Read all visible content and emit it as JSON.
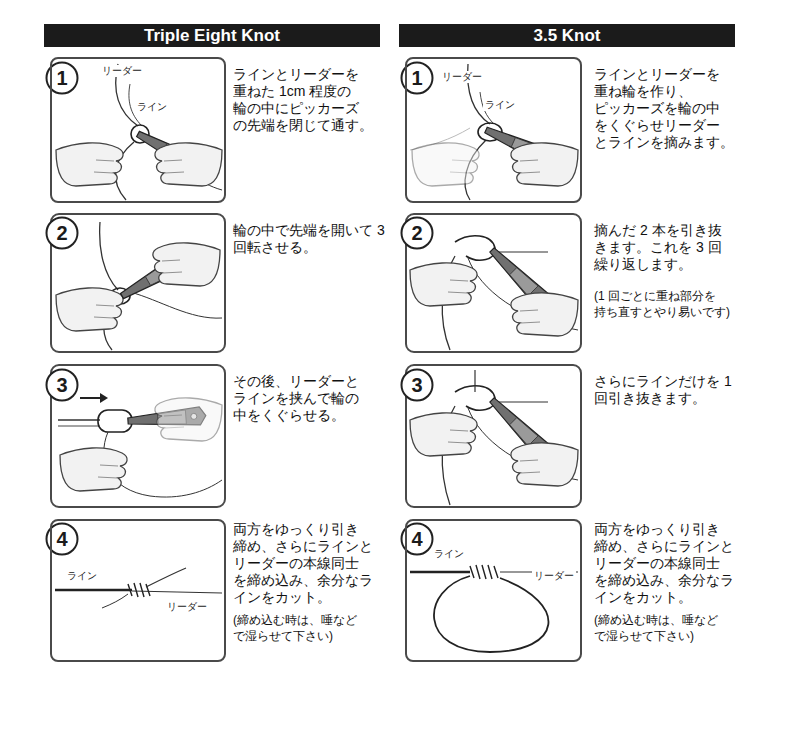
{
  "diagram": {
    "nodes": [
      {
        "text": [
          "Triple Eight Knot"
        ]
      },
      {
        "text": [
          "1"
        ]
      },
      {
        "text": [
          "リーダー",
          "ライン"
        ]
      },
      {
        "text": [
          "2"
        ]
      },
      {
        "text": [
          "3"
        ]
      },
      {
        "text": [
          "4"
        ]
      },
      {
        "text": [
          "ライン",
          "リーダー"
        ]
      },
      {
        "text": [
          "3.5 Knot"
        ]
      },
      {
        "text": [
          "1"
        ]
      },
      {
        "text": [
          "リーダー",
          "ライン"
        ]
      },
      {
        "text": [
          "2"
        ]
      },
      {
        "text": [
          "3"
        ]
      },
      {
        "text": [
          "4"
        ]
      },
      {
        "text": [
          "ライン",
          "リーダー"
        ]
      }
    ],
    "labels": [
      "ラインとリーダーを 重ねた 1cm 程度の 輪の中にピッカーズ の先端を閉じて通す。",
      "輪の中で先端を開いて 3 回転させる。",
      "その後、リーダーと ラインを挟んで輪の 中をくぐらせる。",
      "両方をゆっくり引き 締め、さらにラインと リーダーの本線同士 を締め込み、余分なラ インをカット。",
      "(締め込む時は、唾など で湿らせて下さい)",
      "ラインとリーダーを 重ね輪を作り、 ピッカーズを輪の中 をくぐらせリーダー とラインを摘みます。",
      "摘んだ 2 本を引き抜 きます。これを 3 回 繰り返します。",
      "(1 回ごとに重ね部分を 持ち直すとやり易いです)",
      "さらにラインだけを 1 回引き抜きます。",
      "両方をゆっくり引き 締め、さらにラインと リーダーの本線同士 を締め込み、余分なラ インをカット。",
      "(締め込む時は、唾など で湿らせて下さい)"
    ]
  }
}
